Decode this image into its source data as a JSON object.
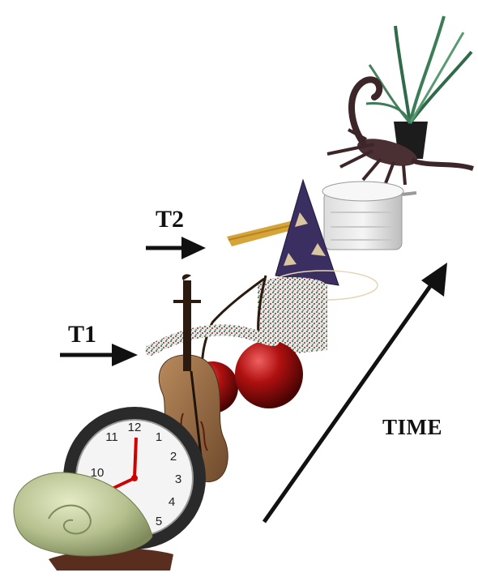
{
  "figure": {
    "labels": {
      "t1": "T1",
      "t2": "T2",
      "time": "TIME"
    },
    "sequence": [
      "snail",
      "clock",
      "violin",
      "cherries",
      "sponge-cake",
      "party-hat",
      "baguette",
      "cooking-pot",
      "scorpion",
      "potted-plant"
    ],
    "icons": {
      "t1_arrow": "right-arrow-icon",
      "t2_arrow": "right-arrow-icon",
      "time_arrow": "diagonal-arrow-icon"
    },
    "colors": {
      "arrow": "#111111",
      "label": "#111111",
      "background": "#ffffff"
    }
  }
}
